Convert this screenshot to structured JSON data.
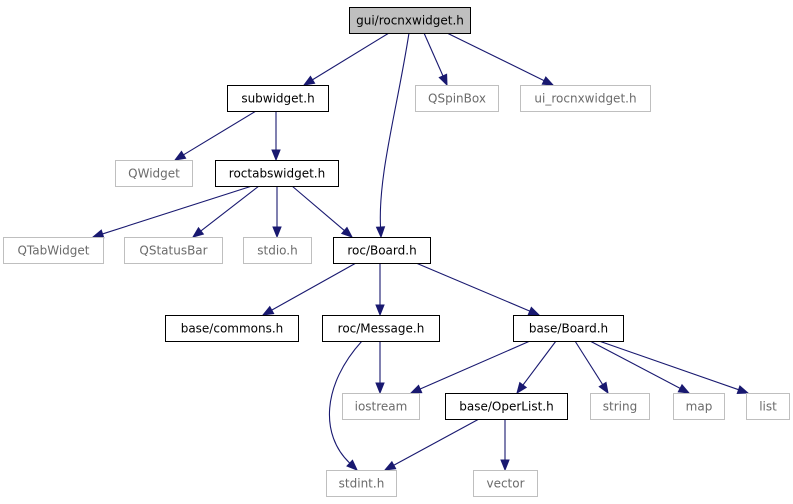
{
  "graph": {
    "root": "gui/rocnxwidget.h",
    "nodes": [
      {
        "id": "gui",
        "label": "gui/rocnxwidget.h",
        "kind": "root"
      },
      {
        "id": "subwidget",
        "label": "subwidget.h",
        "kind": "doc"
      },
      {
        "id": "qspinbox",
        "label": "QSpinBox",
        "kind": "ext"
      },
      {
        "id": "ui_rocnx",
        "label": "ui_rocnxwidget.h",
        "kind": "ext"
      },
      {
        "id": "qwidget",
        "label": "QWidget",
        "kind": "ext"
      },
      {
        "id": "roctabs",
        "label": "roctabswidget.h",
        "kind": "doc"
      },
      {
        "id": "qtabwidget",
        "label": "QTabWidget",
        "kind": "ext"
      },
      {
        "id": "qstatusbar",
        "label": "QStatusBar",
        "kind": "ext"
      },
      {
        "id": "stdio",
        "label": "stdio.h",
        "kind": "ext"
      },
      {
        "id": "rocboard",
        "label": "roc/Board.h",
        "kind": "doc"
      },
      {
        "id": "commons",
        "label": "base/commons.h",
        "kind": "doc"
      },
      {
        "id": "message",
        "label": "roc/Message.h",
        "kind": "doc"
      },
      {
        "id": "baseboard",
        "label": "base/Board.h",
        "kind": "doc"
      },
      {
        "id": "iostream",
        "label": "iostream",
        "kind": "ext"
      },
      {
        "id": "operlist",
        "label": "base/OperList.h",
        "kind": "doc"
      },
      {
        "id": "string",
        "label": "string",
        "kind": "ext"
      },
      {
        "id": "map",
        "label": "map",
        "kind": "ext"
      },
      {
        "id": "list",
        "label": "list",
        "kind": "ext"
      },
      {
        "id": "stdint",
        "label": "stdint.h",
        "kind": "ext"
      },
      {
        "id": "vector",
        "label": "vector",
        "kind": "ext"
      }
    ],
    "edges": [
      {
        "from": "gui",
        "to": "subwidget"
      },
      {
        "from": "gui",
        "to": "rocboard"
      },
      {
        "from": "gui",
        "to": "qspinbox"
      },
      {
        "from": "gui",
        "to": "ui_rocnx"
      },
      {
        "from": "subwidget",
        "to": "qwidget"
      },
      {
        "from": "subwidget",
        "to": "roctabs"
      },
      {
        "from": "roctabs",
        "to": "qtabwidget"
      },
      {
        "from": "roctabs",
        "to": "qstatusbar"
      },
      {
        "from": "roctabs",
        "to": "stdio"
      },
      {
        "from": "roctabs",
        "to": "rocboard"
      },
      {
        "from": "rocboard",
        "to": "commons"
      },
      {
        "from": "rocboard",
        "to": "message"
      },
      {
        "from": "rocboard",
        "to": "baseboard"
      },
      {
        "from": "message",
        "to": "iostream"
      },
      {
        "from": "message",
        "to": "stdint"
      },
      {
        "from": "baseboard",
        "to": "iostream"
      },
      {
        "from": "baseboard",
        "to": "operlist"
      },
      {
        "from": "baseboard",
        "to": "string"
      },
      {
        "from": "baseboard",
        "to": "map"
      },
      {
        "from": "baseboard",
        "to": "list"
      },
      {
        "from": "operlist",
        "to": "stdint"
      },
      {
        "from": "operlist",
        "to": "vector"
      }
    ]
  },
  "colors": {
    "edge": "#191970",
    "root_fill": "#bfbfbf",
    "doc_border": "#000000",
    "ext_border": "#bfbfbf",
    "ext_text": "#6b6b6b"
  }
}
